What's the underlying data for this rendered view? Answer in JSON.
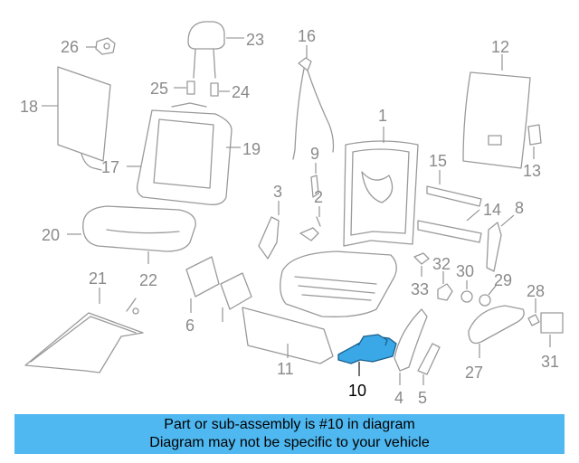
{
  "labels": {
    "p1": "1",
    "p2": "2",
    "p3": "3",
    "p4": "4",
    "p5": "5",
    "p6": "6",
    "p8": "8",
    "p9": "9",
    "p10": "10",
    "p11": "11",
    "p12": "12",
    "p13": "13",
    "p14": "14",
    "p15": "15",
    "p16": "16",
    "p17": "17",
    "p18": "18",
    "p19": "19",
    "p20": "20",
    "p21": "21",
    "p22": "22",
    "p23": "23",
    "p24": "24",
    "p25": "25",
    "p26": "26",
    "p27": "27",
    "p28": "28",
    "p29": "29",
    "p30": "30",
    "p31": "31",
    "p32": "32",
    "p33": "33"
  },
  "highlight": {
    "part": "10",
    "color": "#3aa8e6"
  },
  "banner": {
    "line1": "Part or sub-assembly is #10 in diagram",
    "line2": "Diagram may not be specific to your vehicle",
    "color": "#4fb8f0"
  }
}
